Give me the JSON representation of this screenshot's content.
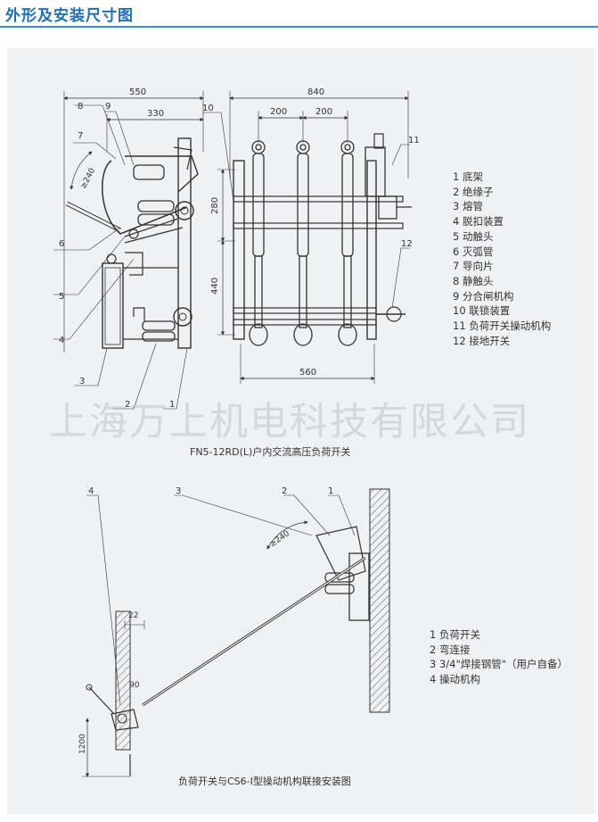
{
  "header": {
    "title": "外形及安装尺寸图"
  },
  "diagram1": {
    "caption": "FN5-12RD(L)户内交流高压负荷开关",
    "dims": {
      "d550": "550",
      "d330": "330",
      "d840": "840",
      "d200a": "200",
      "d200b": "200",
      "d280": "280",
      "d440": "440",
      "d560": "560",
      "d240": "≥240"
    },
    "callouts": {
      "c1": "1",
      "c2": "2",
      "c3": "3",
      "c4": "4",
      "c5": "5",
      "c6": "6",
      "c7": "7",
      "c8": "8",
      "c9": "9",
      "c10": "10",
      "c11": "11",
      "c12": "12"
    },
    "legend": [
      "1 底架",
      "2 绝缘子",
      "3 熔管",
      "4 脱扣装置",
      "5 动触头",
      "6 灭弧管",
      "7 导向片",
      "8 静触头",
      "9 分合闸机构",
      "10 联锁装置",
      "11 负荷开关操动机构",
      "12 接地开关"
    ]
  },
  "diagram2": {
    "caption": "负荷开关与CS6-Ⅰ型操动机构联接安装图",
    "dims": {
      "d240": "≥240",
      "d22": "22",
      "d90": "90",
      "d1200": "1200"
    },
    "callouts": {
      "c1": "1",
      "c2": "2",
      "c3": "3",
      "c4": "4"
    },
    "legend": [
      "1 负荷开关",
      "2 弯连接",
      "3 3/4\"焊接钢管\"（用户自备）",
      "4 操动机构"
    ]
  },
  "watermark": "上海万上机电科技有限公司"
}
